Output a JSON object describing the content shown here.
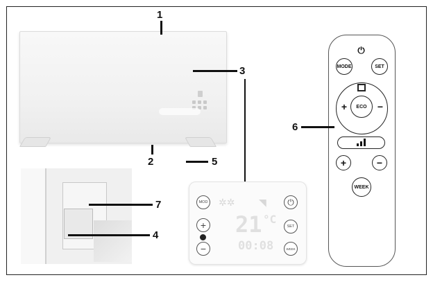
{
  "callouts": {
    "c1": "1",
    "c2": "2",
    "c3": "3",
    "c4": "4",
    "c5": "5",
    "c6": "6",
    "c7": "7"
  },
  "lcd": {
    "mode_label": "MOD",
    "set_label": "SET",
    "week_label": "WEEK",
    "temp_text": "21",
    "unit_text": "°C",
    "time_text": "00:08",
    "plus_symbol": "+",
    "minus_symbol": "−",
    "power_symbol": "⏻"
  },
  "remote": {
    "power_symbol": "⏻",
    "mode_label": "MODE",
    "set_label": "SET",
    "eco_label": "ECO",
    "plus_symbol": "+",
    "minus_symbol": "−",
    "week_label": "WEEK",
    "colors": {
      "outline": "#222222",
      "body": "#ffffff"
    }
  }
}
